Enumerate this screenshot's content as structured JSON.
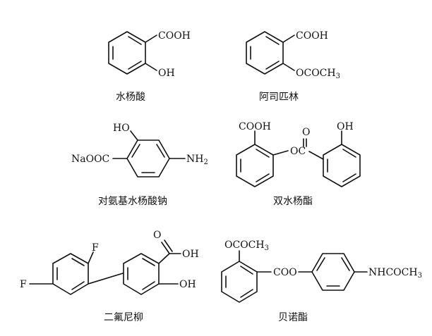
{
  "diagram": {
    "compounds": [
      {
        "id": "salicylic-acid",
        "caption": "水杨酸",
        "labels": {
          "acid": "COOH",
          "oh": "OH"
        }
      },
      {
        "id": "aspirin",
        "caption": "阿司匹林",
        "labels": {
          "acid": "COOH",
          "ester": "OCOCH",
          "ester_sub": "3"
        }
      },
      {
        "id": "sodium-aminosalicylate",
        "caption": "对氨基水杨酸钠",
        "labels": {
          "oh": "HO",
          "salt": "NaOOC",
          "amine": "NH",
          "amine_sub": "2"
        }
      },
      {
        "id": "salsalate",
        "caption": "双水杨酯",
        "labels": {
          "acid": "COOH",
          "carbonyl_o": "O",
          "ester_o": "OC",
          "oh": "OH"
        }
      },
      {
        "id": "diflunisal",
        "caption": "二氟尼柳",
        "labels": {
          "f_top": "F",
          "f_left": "F",
          "carbonyl_o": "O",
          "acid_oh": "OH",
          "oh": "OH"
        }
      },
      {
        "id": "benorilate",
        "caption": "贝诺酯",
        "labels": {
          "acetoxy": "OCOCH",
          "acetoxy_sub": "3",
          "ester": "COO",
          "acetamido": "NHCOCH",
          "acetamido_sub": "3"
        }
      }
    ]
  }
}
